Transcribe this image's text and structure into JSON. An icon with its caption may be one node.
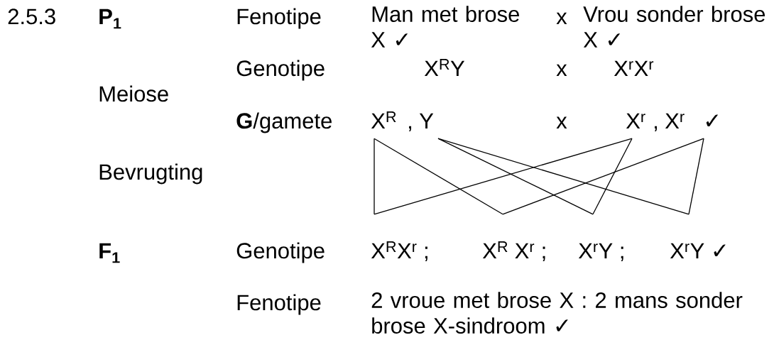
{
  "diagram": {
    "nodes": [
      {
        "text": [
          "X$^{R}$"
        ]
      },
      {
        "text": [
          "Y"
        ]
      },
      {
        "text": [
          "X$^{r}$"
        ]
      },
      {
        "text": [
          "X$^{r}$"
        ]
      },
      {
        "text": [
          "X$^{R}$X$^{r}$ ;"
        ]
      },
      {
        "text": [
          "X$^{R}$ X$^{r}$ ;"
        ]
      },
      {
        "text": [
          "X$^{r}$Y ;"
        ]
      },
      {
        "text": [
          "X$^{r}$Y ✓"
        ]
      }
    ],
    "edges": [
      {
        "from": 0,
        "to": 4,
        "arrow": "none"
      },
      {
        "from": 0,
        "to": 5,
        "arrow": "none"
      },
      {
        "from": 2,
        "to": 4,
        "arrow": "none"
      },
      {
        "from": 3,
        "to": 5,
        "arrow": "none"
      },
      {
        "from": 1,
        "to": 6,
        "arrow": "none"
      },
      {
        "from": 2,
        "to": 6,
        "arrow": "none"
      },
      {
        "from": 1,
        "to": 7,
        "arrow": "none"
      },
      {
        "from": 3,
        "to": 7,
        "arrow": "none"
      }
    ],
    "labels": [
      "2.5.3",
      "P$_{1}$",
      "Fenotipe",
      "Man met brose X ✓",
      "x",
      "Vrou sonder brose X ✓",
      "Genotipe",
      "X$^{R}$Y",
      "x",
      "X$^{r}$X$^{r}$",
      "Meiose",
      "**G**/gamete",
      ",",
      "x",
      ",",
      "✓",
      "Bevrugting",
      "F$_{1}$",
      "Genotipe",
      "Fenotipe",
      "2 vroue met brose X : 2 mans sonder brose X-sindroom ✓"
    ]
  }
}
